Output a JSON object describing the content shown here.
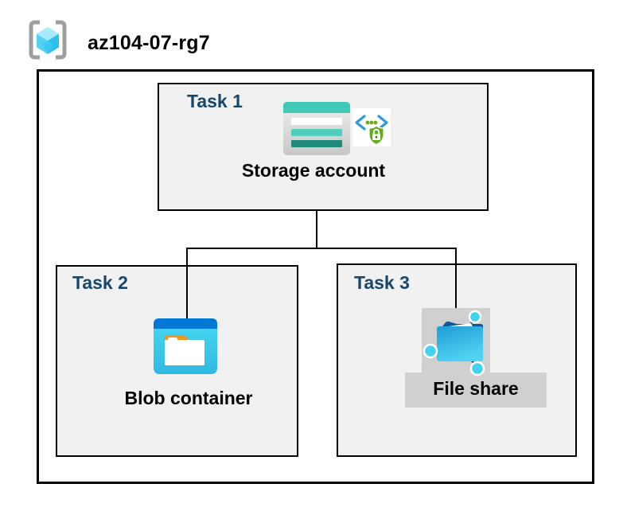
{
  "header": {
    "title": "az104-07-rg7",
    "icon": "resource-group"
  },
  "diagram": {
    "tasks": [
      {
        "label": "Task 1",
        "item_label": "Storage account",
        "icons": [
          "storage-account-icon",
          "endpoint-security-icon"
        ]
      },
      {
        "label": "Task 2",
        "item_label": "Blob container",
        "icons": [
          "blob-container-icon"
        ]
      },
      {
        "label": "Task 3",
        "item_label": "File share",
        "icons": [
          "file-share-icon"
        ],
        "highlighted": true
      }
    ]
  },
  "colors": {
    "task_label_navy": "#17476F",
    "box_fill_gray": "#F1F1F1",
    "highlight_gray": "#D0D0D0",
    "connector_black": "#000000",
    "storage_teal_band": "#40C8B8",
    "storage_teal_row": "#52CCBD",
    "storage_teal_dark": "#1F8A7C",
    "blob_top_blue": "#0078D4",
    "blob_body_cyan": "#49D8F4",
    "folder_tab_orange": "#F6921E",
    "shield_green": "#5FAE16",
    "code_bracket_blue": "#2E9BD8",
    "dot_green": "#76A81C",
    "cube_top": "#A5EBFB",
    "cube_left": "#54D2F4",
    "cube_right": "#2BC0EC",
    "bracket_gray": "#9E9E9E",
    "fileshare_navy": "#1256A0",
    "fileshare_cyan": "#4FD3F2",
    "node_cyan": "#45D1F2"
  }
}
